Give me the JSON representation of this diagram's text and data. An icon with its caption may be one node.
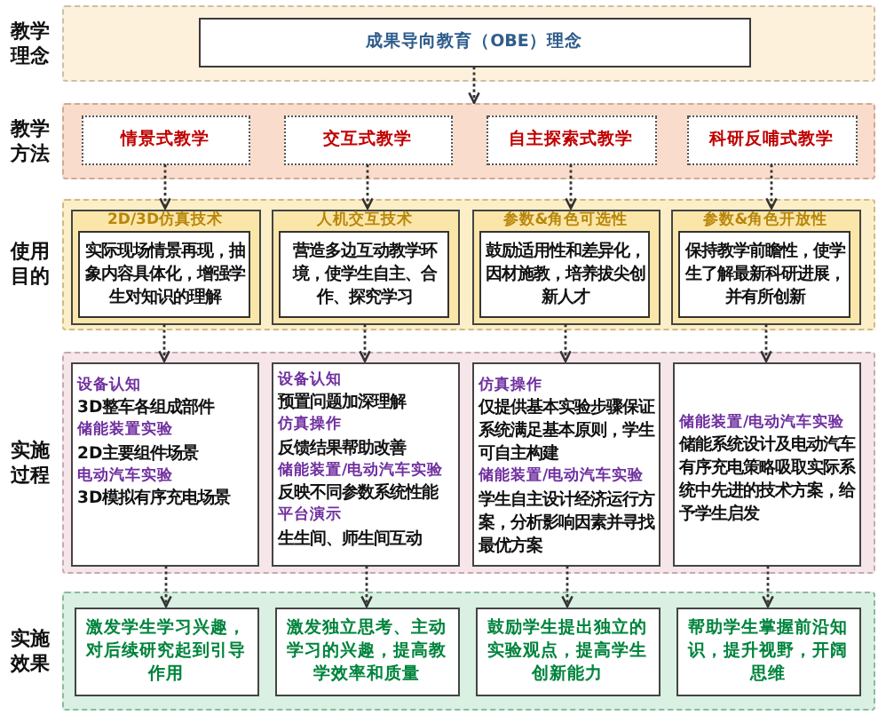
{
  "diagram": {
    "nodes": [
      {
        "text": [],
        "shape": "band",
        "beside": [
          "教学理念"
        ]
      },
      {
        "text": [
          "成果导向教育（OBE）理念"
        ],
        "in": 0
      },
      {
        "text": [],
        "shape": "band",
        "beside": [
          "教学方法"
        ]
      },
      {
        "text": [
          "情景式教学"
        ],
        "in": 2
      },
      {
        "text": [
          "交互式教学"
        ],
        "in": 2
      },
      {
        "text": [
          "自主探索式教学"
        ],
        "in": 2
      },
      {
        "text": [
          "科研反哺式教学"
        ],
        "in": 2
      },
      {
        "text": [],
        "shape": "band",
        "beside": [
          "使用目的"
        ]
      },
      {
        "text": [
          "2D/3D仿真技术"
        ],
        "in": 7
      },
      {
        "text": [
          "实际现场情景再现，抽象内容具体化，增强学生对知识的理解"
        ],
        "in": 8
      },
      {
        "text": [
          "人机交互技术"
        ],
        "in": 7
      },
      {
        "text": [
          "营造多边互动教学环境，使学生自主、合作、探究学习"
        ],
        "in": 10
      },
      {
        "text": [
          "参数&角色可选性"
        ],
        "in": 7
      },
      {
        "text": [
          "鼓励适用性和差异化，因材施教，培养拔尖创新人才"
        ],
        "in": 12
      },
      {
        "text": [
          "参数&角色开放性"
        ],
        "in": 7
      },
      {
        "text": [
          "保持教学前瞻性，使学生了解最新科研进展，并有所创新"
        ],
        "in": 14
      },
      {
        "text": [],
        "shape": "band",
        "beside": [
          "实施过程"
        ]
      },
      {
        "text": [
          "设备认知",
          "3D整车各组成部件",
          "储能装置实验",
          "2D主要组件场景",
          "电动汽车实验",
          "3D模拟有序充电场景"
        ],
        "in": 16
      },
      {
        "text": [
          "设备认知",
          "预置问题加深理解",
          "仿真操作",
          "反馈结果帮助改善",
          "储能装置/电动汽车实验",
          "反映不同参数系统性能",
          "平台演示",
          "生生间、师生间互动"
        ],
        "in": 16
      },
      {
        "text": [
          "仿真操作",
          "仅提供基本实验步骤保证系统满足基本原则，学生可自主构建",
          "储能装置/电动汽车实验",
          "学生自主设计经济运行方案，分析影响因素并寻找最优方案"
        ],
        "in": 16
      },
      {
        "text": [
          "储能装置/电动汽车实验",
          "储能系统设计及电动汽车有序充电策略吸取实际系统中先进的技术方案，给予学生启发"
        ],
        "in": 16
      },
      {
        "text": [],
        "shape": "band",
        "beside": [
          "实施效果"
        ]
      },
      {
        "text": [
          "激发学生学习兴趣，对后续研究起到引导作用"
        ],
        "in": 21
      },
      {
        "text": [
          "激发独立思考、主动学习的兴趣，提高教学效率和质量"
        ],
        "in": 21
      },
      {
        "text": [
          "鼓励学生提出独立的实验观点，提高学生创新能力"
        ],
        "in": 21
      },
      {
        "text": [
          "帮助学生掌握前沿知识，提升视野，开阔思维"
        ],
        "in": 21
      }
    ],
    "edges": [
      {
        "from": 1,
        "to": 2,
        "arrow": "to"
      },
      {
        "from": 3,
        "to": 8,
        "arrow": "to"
      },
      {
        "from": 4,
        "to": 10,
        "arrow": "to"
      },
      {
        "from": 5,
        "to": 12,
        "arrow": "to"
      },
      {
        "from": 6,
        "to": 14,
        "arrow": "to"
      },
      {
        "from": 8,
        "to": 17,
        "arrow": "to"
      },
      {
        "from": 10,
        "to": 18,
        "arrow": "to"
      },
      {
        "from": 12,
        "to": 19,
        "arrow": "to"
      },
      {
        "from": 14,
        "to": 20,
        "arrow": "to"
      },
      {
        "from": 17,
        "to": 22,
        "arrow": "to"
      },
      {
        "from": 18,
        "to": 23,
        "arrow": "to"
      },
      {
        "from": 19,
        "to": 24,
        "arrow": "to"
      },
      {
        "from": 20,
        "to": 25,
        "arrow": "to"
      }
    ]
  }
}
